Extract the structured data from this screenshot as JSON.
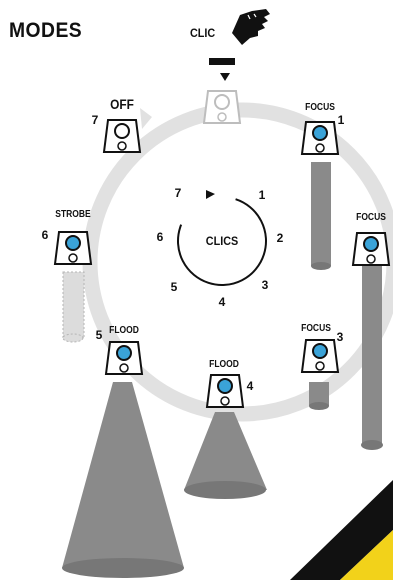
{
  "header": {
    "title": "MODES",
    "clic_label": "CLIC"
  },
  "dial": {
    "center_label": "CLICS",
    "numbers": [
      "1",
      "2",
      "3",
      "4",
      "5",
      "6",
      "7"
    ]
  },
  "modes": [
    {
      "num": "1",
      "name": "FOCUS",
      "led": "#3aa3d8"
    },
    {
      "num": "",
      "name": "FOCUS",
      "led": "#3aa3d8"
    },
    {
      "num": "3",
      "name": "FOCUS",
      "led": "#3aa3d8"
    },
    {
      "num": "4",
      "name": "FLOOD",
      "led": "#3aa3d8"
    },
    {
      "num": "5",
      "name": "FLOOD",
      "led": "#3aa3d8"
    },
    {
      "num": "6",
      "name": "STROBE",
      "led": "#3aa3d8"
    },
    {
      "num": "7",
      "name": "OFF",
      "led": "#ffffff"
    }
  ],
  "colors": {
    "ring": "#e1e1e1",
    "beam": "#8a8a8a",
    "led_on": "#3aa3d8",
    "accent": "#f2d21a"
  }
}
